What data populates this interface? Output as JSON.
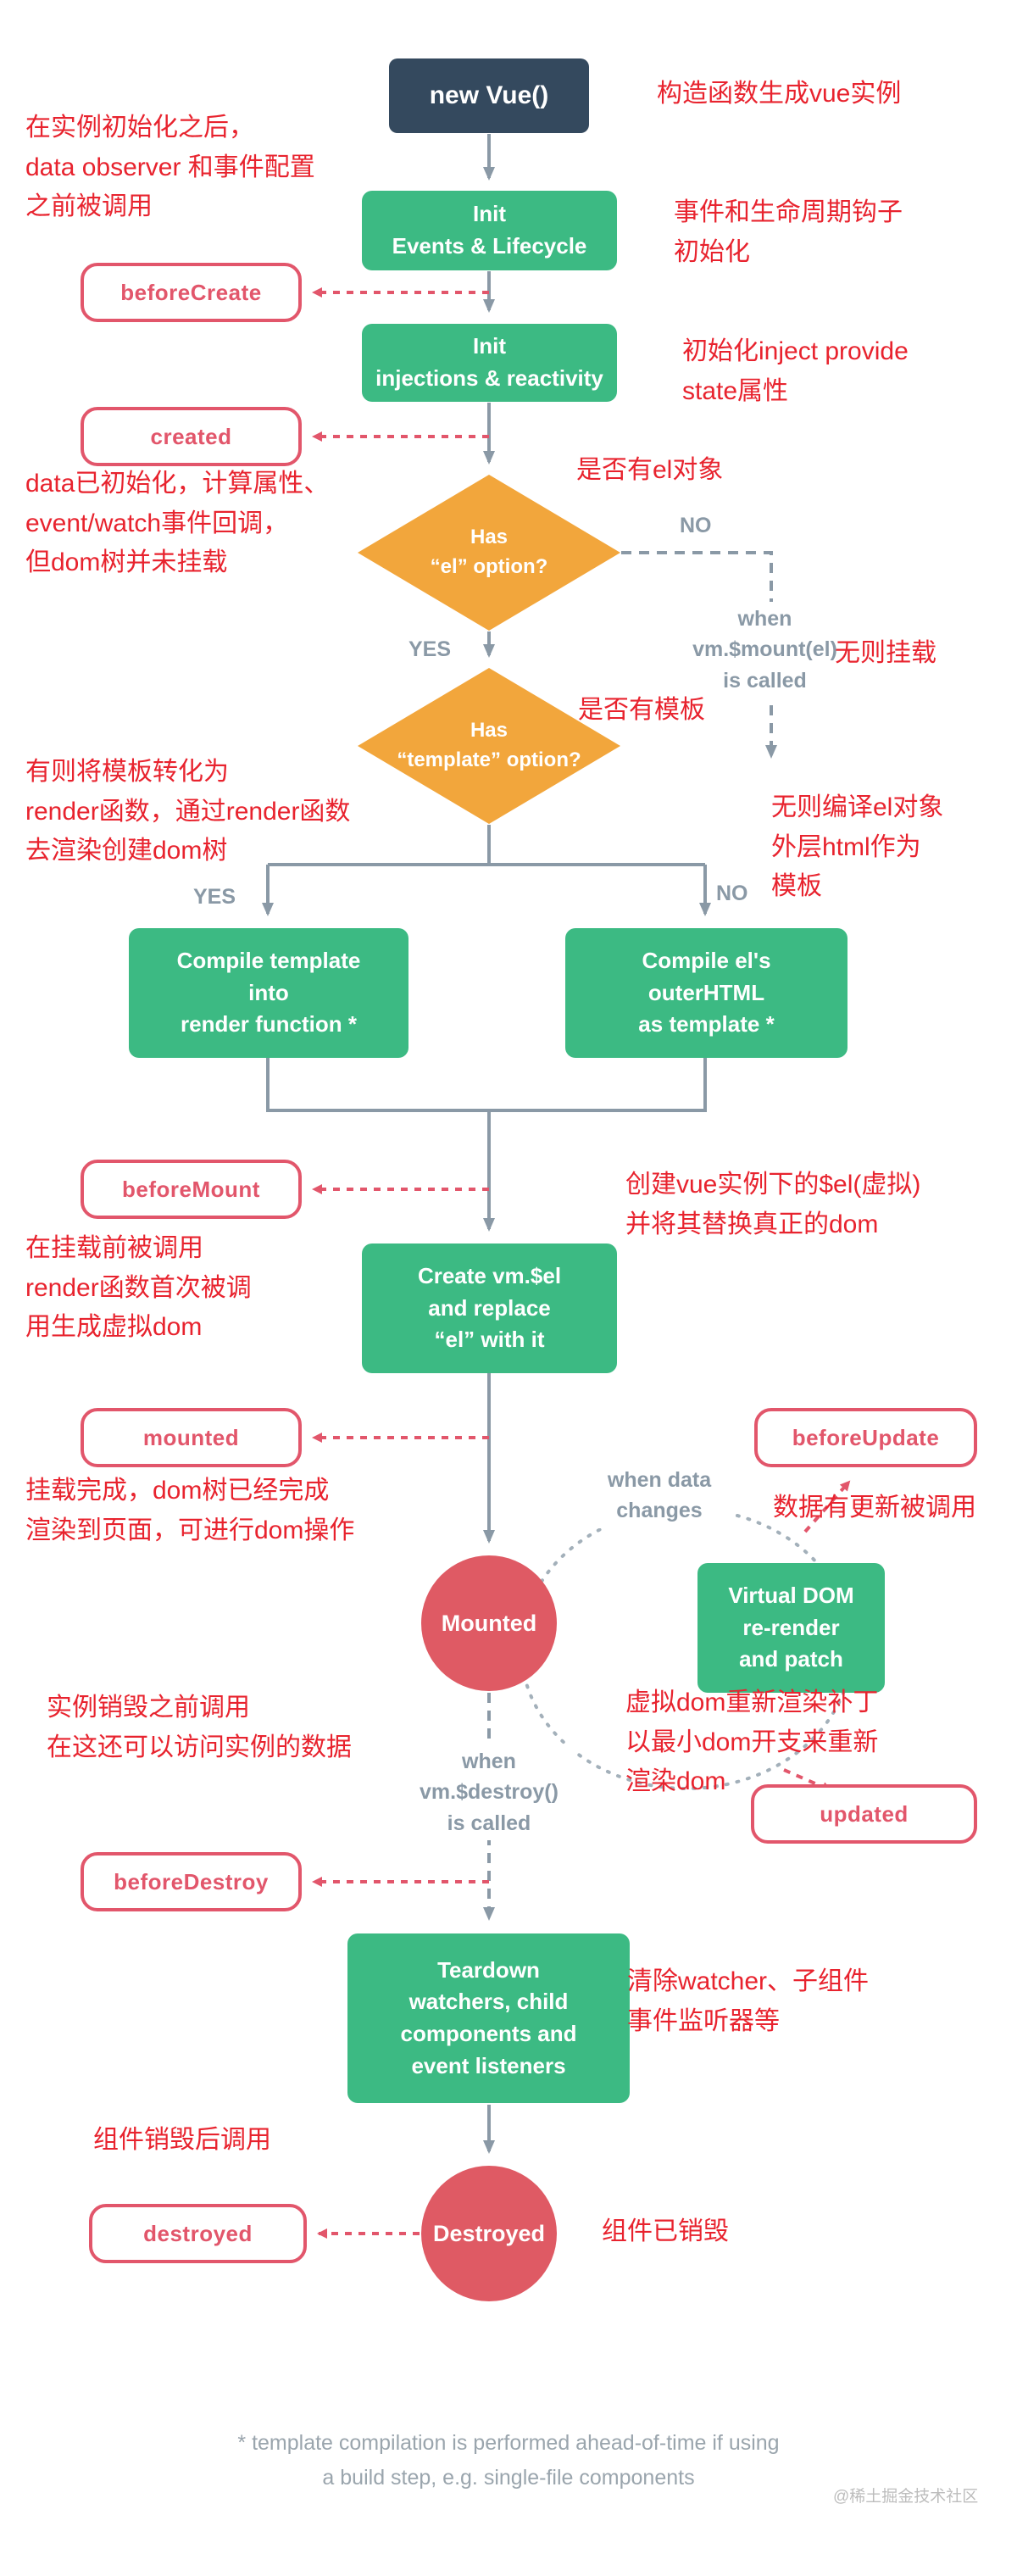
{
  "nodes": {
    "new_vue": "new Vue()",
    "init_events": "Init\nEvents & Lifecycle",
    "init_injections": "Init\ninjections & reactivity",
    "has_el": "Has\n“el” option?",
    "has_template": "Has\n“template” option?",
    "compile_template": "Compile template\ninto\nrender function *",
    "compile_el": "Compile el's\nouterHTML\nas template *",
    "create_vm_el": "Create vm.$el\nand replace\n“el” with it",
    "virtual_dom": "Virtual DOM\nre-render\nand patch",
    "teardown": "Teardown\nwatchers, child\ncomponents and\nevent listeners",
    "mounted_state": "Mounted",
    "destroyed_state": "Destroyed"
  },
  "hooks": {
    "before_create": "beforeCreate",
    "created": "created",
    "before_mount": "beforeMount",
    "mounted": "mounted",
    "before_update": "beforeUpdate",
    "updated": "updated",
    "before_destroy": "beforeDestroy",
    "destroyed": "destroyed"
  },
  "labels": {
    "yes": "YES",
    "no": "NO",
    "when_mount": "when\nvm.$mount(el)\nis called",
    "when_data": "when data\nchanges",
    "when_destroy": "when\nvm.$destroy()\nis called"
  },
  "annotations": {
    "ctor": "构造函数生成vue实例",
    "before_create": "在实例初始化之后，\ndata observer 和事件配置\n之前被调用",
    "init_events": "事件和生命周期钩子\n初始化",
    "init_injections": "初始化inject provide\nstate属性",
    "created": "data已初始化，计算属性、\nevent/watch事件回调，\n但dom树并未挂载",
    "has_el": "是否有el对象",
    "no_mount": "无则挂载",
    "has_template": "是否有模板",
    "template_yes": "有则将模板转化为\nrender函数，通过render函数\n去渲染创建dom树",
    "template_no": "无则编译el对象\n外层html作为\n模板",
    "create_el": "创建vue实例下的$el(虚拟)\n并将其替换真正的dom",
    "before_mount": "在挂载前被调用\nrender函数首次被调\n用生成虚拟dom",
    "mounted": "挂载完成，dom树已经完成\n渲染到页面，可进行dom操作",
    "before_update": "数据有更新被调用",
    "virtual_dom": "虚拟dom重新渲染补丁\n以最小dom开支来重新\n渲染dom",
    "before_destroy": "实例销毁之前调用\n在这还可以访问实例的数据",
    "teardown": "清除watcher、子组件\n事件监听器等",
    "after_destroy": "组件销毁后调用",
    "destroyed": "组件已销毁"
  },
  "footer": {
    "footnote": "* template compilation is performed ahead-of-time if using\na build step, e.g. single-file components",
    "watermark": "@稀土掘金技术社区"
  },
  "colors": {
    "navy": "#34495E",
    "green": "#3CBA83",
    "orange": "#F2A63C",
    "rose": "#E2566B",
    "annotation_red": "#E8232E",
    "line_gray": "#8A99A6"
  }
}
